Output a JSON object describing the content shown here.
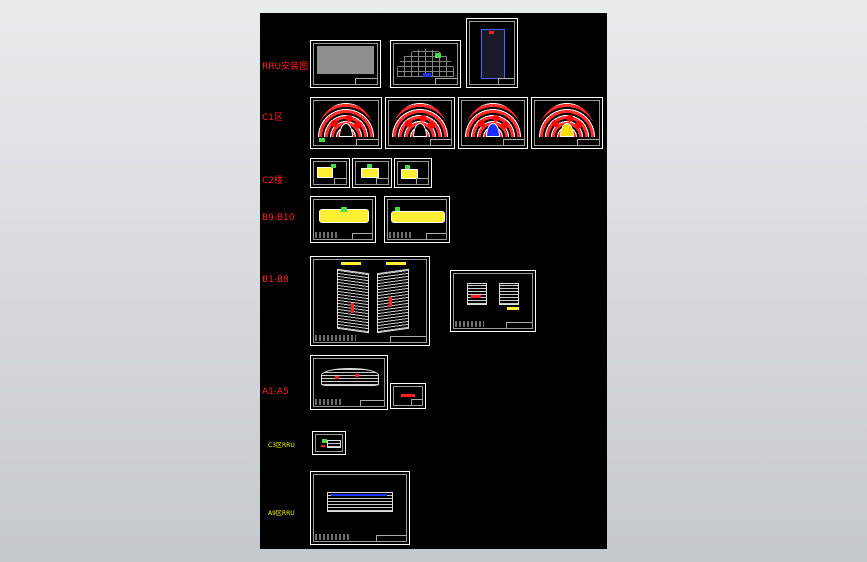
{
  "labels": {
    "rru": "RRU安装图",
    "c1": "C1区",
    "c2": "C2楼",
    "b9_b10": "B9-B10",
    "b1_b8": "B1-B8",
    "a1_a5": "A1-A5",
    "c3": "C3区RRU",
    "a9": "A9区RRU"
  },
  "colors": {
    "canvas_bg": "#000000",
    "label_red": "#ff2020",
    "label_yellow": "#ffff00",
    "sheet_border": "#ffffff"
  }
}
